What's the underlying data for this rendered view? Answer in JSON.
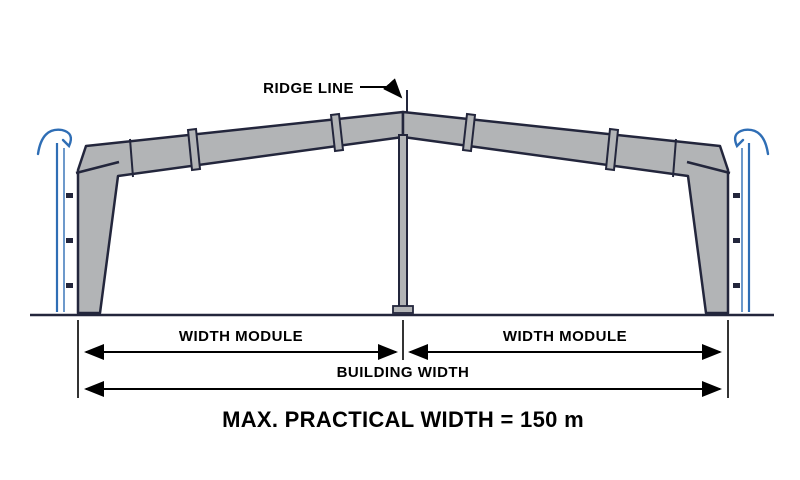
{
  "diagram": {
    "callout": {
      "ridge_line": "RIDGE LINE"
    },
    "dimensions": {
      "width_module_left": "WIDTH MODULE",
      "width_module_right": "WIDTH MODULE",
      "building_width": "BUILDING WIDTH",
      "max_practical_width": "MAX. PRACTICAL WIDTH = 150 m"
    },
    "colors": {
      "frame_fill": "#b2b4b6",
      "frame_outline": "#23263c",
      "sheeting_blue": "#2f6eb5",
      "dimension_black": "#000000",
      "background": "#ffffff"
    }
  }
}
